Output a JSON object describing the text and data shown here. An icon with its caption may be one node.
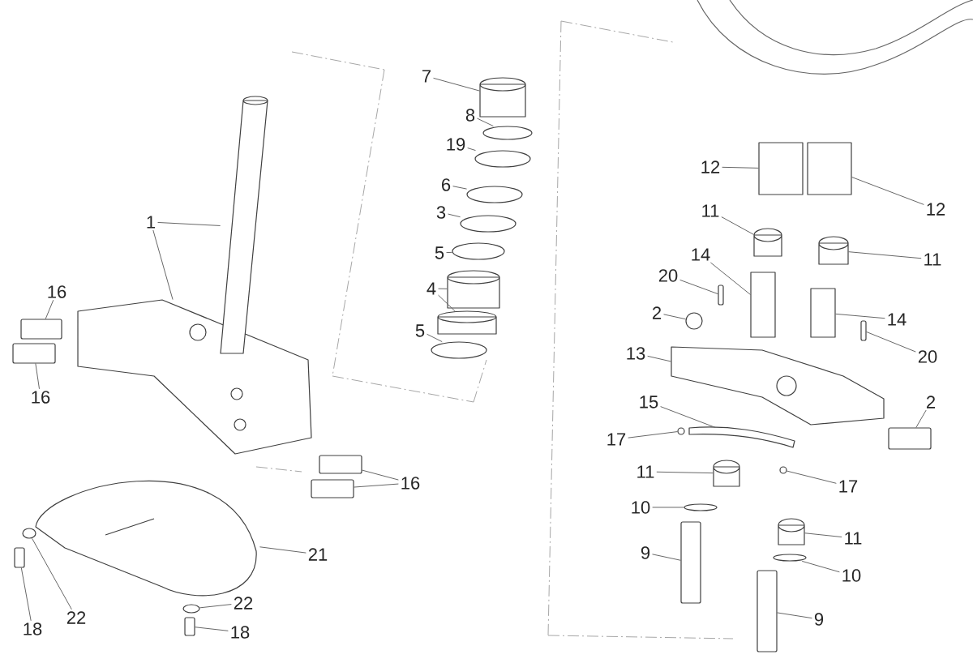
{
  "diagram": {
    "nodes": [
      {
        "text": [
          "1"
        ]
      },
      {
        "text": [
          "16"
        ]
      },
      {
        "text": [
          "16"
        ]
      },
      {
        "text": [
          "16"
        ]
      },
      {
        "text": [
          "21"
        ]
      },
      {
        "text": [
          "22"
        ]
      },
      {
        "text": [
          "18"
        ]
      },
      {
        "text": [
          "22"
        ]
      },
      {
        "text": [
          "18"
        ]
      },
      {
        "text": [
          "7"
        ]
      },
      {
        "text": [
          "8"
        ]
      },
      {
        "text": [
          "19"
        ]
      },
      {
        "text": [
          "6"
        ]
      },
      {
        "text": [
          "3"
        ]
      },
      {
        "text": [
          "5"
        ]
      },
      {
        "text": [
          "4"
        ]
      },
      {
        "text": [
          "5"
        ]
      },
      {
        "text": [
          "12"
        ]
      },
      {
        "text": [
          "12"
        ]
      },
      {
        "text": [
          "11"
        ]
      },
      {
        "text": [
          "11"
        ]
      },
      {
        "text": [
          "14"
        ]
      },
      {
        "text": [
          "20"
        ]
      },
      {
        "text": [
          "2"
        ]
      },
      {
        "text": [
          "14"
        ]
      },
      {
        "text": [
          "20"
        ]
      },
      {
        "text": [
          "13"
        ]
      },
      {
        "text": [
          "15"
        ]
      },
      {
        "text": [
          "2"
        ]
      },
      {
        "text": [
          "17"
        ]
      },
      {
        "text": [
          "17"
        ]
      },
      {
        "text": [
          "11"
        ]
      },
      {
        "text": [
          "10"
        ]
      },
      {
        "text": [
          "9"
        ]
      },
      {
        "text": [
          "11"
        ]
      },
      {
        "text": [
          "10"
        ]
      },
      {
        "text": [
          "9"
        ]
      },
      {
        "text": [],
        "shape": "bar"
      },
      {
        "text": [],
        "shape": "picture"
      },
      {
        "text": [],
        "shape": "bar"
      },
      {
        "text": [],
        "shape": "bar"
      },
      {
        "text": [],
        "shape": "bar"
      },
      {
        "text": [],
        "shape": "bar"
      },
      {
        "text": [],
        "shape": "picture"
      },
      {
        "text": [],
        "shape": "circle"
      },
      {
        "text": [],
        "shape": "bar"
      },
      {
        "text": [],
        "shape": "circle"
      },
      {
        "text": [],
        "shape": "bar"
      },
      {
        "text": [],
        "shape": "cylinder"
      },
      {
        "text": [],
        "shape": "circle"
      },
      {
        "text": [],
        "shape": "circle"
      },
      {
        "text": [],
        "shape": "circle"
      },
      {
        "text": [],
        "shape": "circle"
      },
      {
        "text": [],
        "shape": "circle"
      },
      {
        "text": [],
        "shape": "cylinder"
      },
      {
        "text": [],
        "shape": "cylinder"
      },
      {
        "text": [],
        "shape": "circle"
      },
      {
        "text": [],
        "shape": "box"
      },
      {
        "text": [],
        "shape": "box"
      },
      {
        "text": [],
        "shape": "cylinder"
      },
      {
        "text": [],
        "shape": "cylinder"
      },
      {
        "text": [],
        "shape": "box"
      },
      {
        "text": [],
        "shape": "bar"
      },
      {
        "text": [],
        "shape": "circle"
      },
      {
        "text": [],
        "shape": "box"
      },
      {
        "text": [],
        "shape": "bar"
      },
      {
        "text": [],
        "shape": "picture"
      },
      {
        "text": [],
        "shape": "picture"
      },
      {
        "text": [],
        "shape": "bar"
      },
      {
        "text": [],
        "shape": "circle"
      },
      {
        "text": [],
        "shape": "circle"
      },
      {
        "text": [],
        "shape": "cylinder"
      },
      {
        "text": [],
        "shape": "circle"
      },
      {
        "text": [],
        "shape": "bar"
      },
      {
        "text": [],
        "shape": "cylinder"
      },
      {
        "text": [],
        "shape": "circle"
      },
      {
        "text": [],
        "shape": "bar"
      }
    ],
    "edges": [
      {
        "from": 0,
        "to": 37,
        "arrow": "none"
      },
      {
        "from": 0,
        "to": 38,
        "arrow": "none"
      },
      {
        "from": 1,
        "to": 39,
        "arrow": "none"
      },
      {
        "from": 2,
        "to": 40,
        "arrow": "none"
      },
      {
        "from": 3,
        "to": 41,
        "arrow": "none"
      },
      {
        "from": 3,
        "to": 42,
        "arrow": "none"
      },
      {
        "from": 4,
        "to": 43,
        "arrow": "none"
      },
      {
        "from": 5,
        "to": 44,
        "arrow": "none"
      },
      {
        "from": 6,
        "to": 45,
        "arrow": "none"
      },
      {
        "from": 7,
        "to": 46,
        "arrow": "none"
      },
      {
        "from": 8,
        "to": 47,
        "arrow": "none"
      },
      {
        "from": 9,
        "to": 48,
        "arrow": "none"
      },
      {
        "from": 10,
        "to": 49,
        "arrow": "none"
      },
      {
        "from": 11,
        "to": 50,
        "arrow": "none"
      },
      {
        "from": 12,
        "to": 51,
        "arrow": "none"
      },
      {
        "from": 13,
        "to": 52,
        "arrow": "none"
      },
      {
        "from": 14,
        "to": 53,
        "arrow": "none"
      },
      {
        "from": 15,
        "to": 54,
        "arrow": "none"
      },
      {
        "from": 15,
        "to": 55,
        "arrow": "none"
      },
      {
        "from": 16,
        "to": 56,
        "arrow": "none"
      },
      {
        "from": 17,
        "to": 57,
        "arrow": "none"
      },
      {
        "from": 18,
        "to": 58,
        "arrow": "none"
      },
      {
        "from": 19,
        "to": 59,
        "arrow": "none"
      },
      {
        "from": 20,
        "to": 60,
        "arrow": "none"
      },
      {
        "from": 21,
        "to": 61,
        "arrow": "none"
      },
      {
        "from": 22,
        "to": 62,
        "arrow": "none"
      },
      {
        "from": 23,
        "to": 63,
        "arrow": "none"
      },
      {
        "from": 24,
        "to": 64,
        "arrow": "none"
      },
      {
        "from": 25,
        "to": 65,
        "arrow": "none"
      },
      {
        "from": 26,
        "to": 66,
        "arrow": "none"
      },
      {
        "from": 27,
        "to": 67,
        "arrow": "none"
      },
      {
        "from": 28,
        "to": 68,
        "arrow": "none"
      },
      {
        "from": 29,
        "to": 69,
        "arrow": "none"
      },
      {
        "from": 30,
        "to": 70,
        "arrow": "none"
      },
      {
        "from": 31,
        "to": 71,
        "arrow": "none"
      },
      {
        "from": 32,
        "to": 72,
        "arrow": "none"
      },
      {
        "from": 33,
        "to": 73,
        "arrow": "none"
      },
      {
        "from": 34,
        "to": 74,
        "arrow": "none"
      },
      {
        "from": 35,
        "to": 75,
        "arrow": "none"
      },
      {
        "from": 36,
        "to": 76,
        "arrow": "none"
      }
    ]
  }
}
